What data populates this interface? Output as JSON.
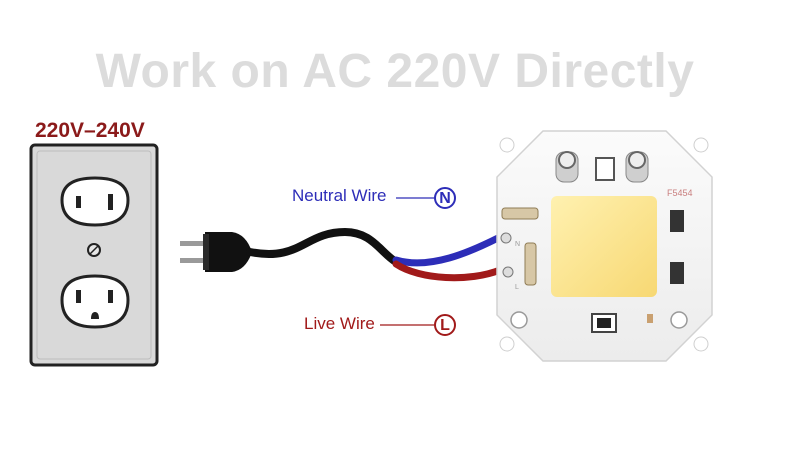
{
  "headline": "Work on AC 220V Directly",
  "outlet": {
    "voltage_label": "220V–240V"
  },
  "wires": {
    "neutral": {
      "label": "Neutral Wire",
      "symbol": "N",
      "color": "#2d2db8"
    },
    "live": {
      "label": "Live Wire",
      "symbol": "L",
      "color": "#a11a1a"
    }
  },
  "led_module": {
    "model": "F5454",
    "pad_labels": [
      "N",
      "L"
    ]
  },
  "colors": {
    "headline": "#dcdcdc",
    "voltage": "#8b1a1a",
    "led": "#fbe08c",
    "cable": "#111111"
  }
}
